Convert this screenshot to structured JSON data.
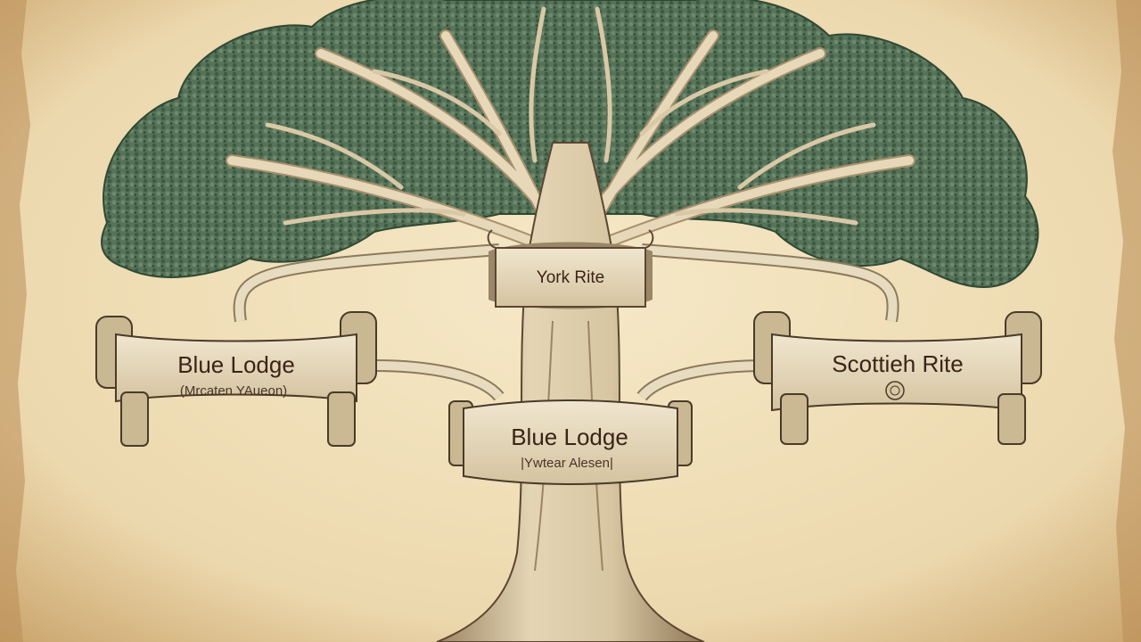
{
  "colors": {
    "parchment": "#f1e2bd",
    "parchment_edge": "#c9a66e",
    "foliage": "#4f6b4f",
    "foliage_dark": "#34503a",
    "bark": "#d9c8a6",
    "bark_shadow": "#a8906c",
    "scroll": "#e6d9bd",
    "scroll_shadow": "#b8a582",
    "ink": "#3a2418"
  },
  "nodes": {
    "york_rite": {
      "title": "York Rite"
    },
    "blue_lodge_left": {
      "title": "Blue Lodge",
      "subtitle": "(Mrcaten YAueon)"
    },
    "blue_lodge_center": {
      "title": "Blue Lodge",
      "subtitle": "|Ywtear Alesen|"
    },
    "scottish_rite": {
      "title": "Scottieh Rite",
      "emblem": "seal-icon"
    }
  }
}
